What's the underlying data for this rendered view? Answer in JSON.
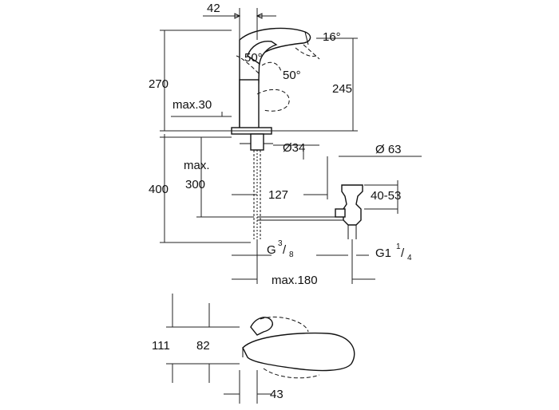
{
  "front_view": {
    "spout_offset": "42",
    "spout_angle": "16°",
    "lever_angle_up": "50°",
    "lever_angle_down": "50°",
    "total_height": "270",
    "spout_height": "245",
    "deck_thickness_label": "max.30",
    "supply_length": "400",
    "hose_label_line1": "max.",
    "hose_label_line2": "300",
    "base_diameter": "Ø34",
    "waste_diameter": "Ø 63",
    "drain_length": "127",
    "drain_range": "40-53",
    "supply_thread": "G",
    "supply_thread_num": "3",
    "supply_thread_den": "8",
    "waste_thread": "G1",
    "waste_thread_num": "1",
    "waste_thread_den": "4",
    "projection_label": "max.180"
  },
  "top_view": {
    "total_depth": "111",
    "lever_depth": "82",
    "spout_width": "43"
  }
}
